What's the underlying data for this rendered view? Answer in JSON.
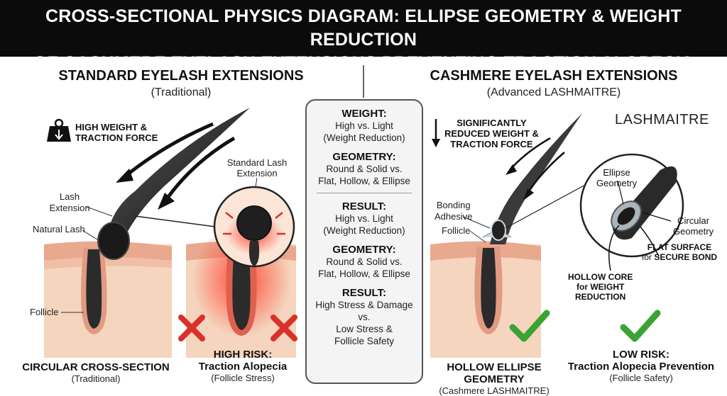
{
  "title": {
    "line1": "CROSS-SECTIONAL PHYSICS DIAGRAM: ELLIPSE GEOMETRY & WEIGHT REDUCTION",
    "line2": "OF CASHMERE EYELASH EXTENSIONS PREVENTING TRACTION ALOPECIA"
  },
  "left": {
    "heading": "STANDARD EYELASH EXTENSIONS",
    "subheading": "(Traditional)",
    "weight_label_1": "HIGH WEIGHT &",
    "weight_label_2": "TRACTION FORCE",
    "lash_ext_1": "Lash",
    "lash_ext_2": "Extension",
    "natural_lash": "Natural Lash",
    "follicle": "Follicle",
    "zoom_label_1": "Standard Lash",
    "zoom_label_2": "Extension",
    "caption1_main": "CIRCULAR CROSS-SECTION",
    "caption1_sub": "(Traditional)",
    "caption2_main_1": "HIGH RISK:",
    "caption2_main_2": "Traction Alopecia",
    "caption2_sub": "(Follicle Stress)"
  },
  "center": {
    "items": [
      {
        "h": "WEIGHT:",
        "l1": "High vs. Light",
        "l2": "(Weight Reduction)"
      },
      {
        "h": "GEOMETRY:",
        "l1": "Round & Solid vs.",
        "l2": "Flat, Hollow, & Ellipse"
      },
      {
        "h": "RESULT:",
        "l1": "High vs. Light",
        "l2": "(Weight Reduction)"
      },
      {
        "h": "GEOMETRY:",
        "l1": "Round & Solid vs.",
        "l2": "Flat, Hollow, & Ellipse"
      },
      {
        "h": "RESULT:",
        "l1": "High Stress & Damage",
        "l2": "vs.",
        "l3": "Low Stress &",
        "l4": "Follicle Safety"
      }
    ]
  },
  "right": {
    "heading": "CASHMERE EYELASH EXTENSIONS",
    "subheading": "(Advanced LASHMAITRE)",
    "brand": "LASHMAITRE",
    "weight_label_1": "SIGNIFICANTLY",
    "weight_label_2": "REDUCED WEIGHT &",
    "weight_label_3": "TRACTION FORCE",
    "bonding_1": "Bonding",
    "bonding_2": "Adhesive",
    "follicle": "Follicle",
    "ellipse_1": "Ellipse",
    "ellipse_2": "Geometry",
    "circular_1": "Circular",
    "circular_2": "Geometry",
    "flat_1": "FLAT SURFACE",
    "flat_2_pre": "for ",
    "flat_2_bold": "SECURE BOND",
    "hollow_1": "HOLLOW CORE",
    "hollow_2": "for WEIGHT",
    "hollow_3": "REDUCTION",
    "caption1_main": "HOLLOW ELLIPSE GEOMETRY",
    "caption1_sub": "(Cashmere LASHMAITRE)",
    "caption2_main_1": "LOW RISK:",
    "caption2_main_2": "Traction Alopecia Prevention",
    "caption2_sub": "(Follicle Safety)"
  },
  "colors": {
    "danger": "#d9312b",
    "safe": "#3aa334",
    "skin": "#f2cdb0",
    "skin_dark": "#e7a98a",
    "follicle": "#2a2a2a"
  }
}
